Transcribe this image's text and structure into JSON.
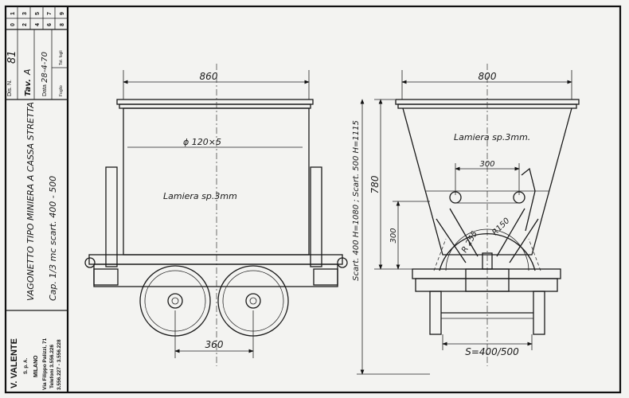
{
  "title_block": {
    "sheet_grid": [
      "0",
      "1",
      "2",
      "3",
      "4",
      "5",
      "6",
      "7",
      "8",
      "9"
    ],
    "dis_label": "Dis. N.",
    "dis_value": "81",
    "tav_label": "Tav.",
    "tav_value": "A",
    "date_label": "Data",
    "date_value": "28-4-70",
    "foglio_label": "Foglio",
    "tot_fogli_label": "Tot. fogli",
    "title": "VAGONETTO TIPO MINIERA A CASSA STRETTA",
    "subtitle": "Cap. 1/3 mc   scart. 400 - 500",
    "company": "V. VALENTE",
    "company_type": "S. p. A.",
    "city": "MILANO",
    "address": "Via Filippo Palizzi, 71",
    "phone1": "Telefoni 3.556.226",
    "phone2": "3.556.227 - 3.556.228"
  },
  "side_view": {
    "width_dim": "860",
    "tube_label": "ϕ 120×5",
    "sheet_label": "Lamiera sp.3mm",
    "wheelbase_dim": "360"
  },
  "end_view": {
    "width_dim": "800",
    "sheet_label": "Lamiera sp.3mm.",
    "pivot_dim": "300",
    "radius_outer": "R 255",
    "radius_inner": "R150",
    "height_dim": "780",
    "axle_dim": "300",
    "overall_height": "Scart. 400  H=1080 ; Scart. 500 H=1115",
    "gauge_dim": "S=400/500"
  }
}
